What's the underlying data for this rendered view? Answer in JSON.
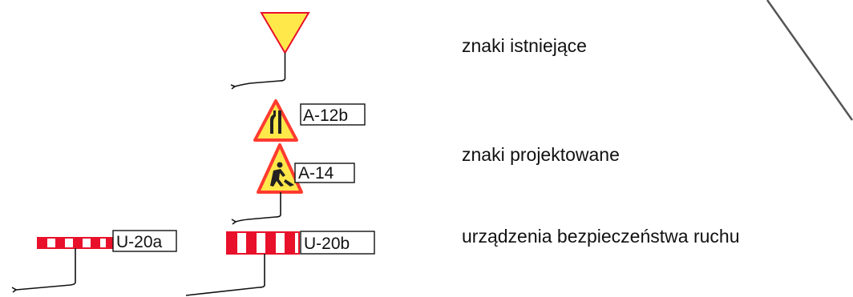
{
  "legend": {
    "existing_signs_label": "znaki istniejące",
    "designed_signs_label": "znaki projektowane",
    "safety_devices_label": "urządzenia bezpieczeństwa ruchu"
  },
  "signs": {
    "a12b_code": "A-12b",
    "a14_code": "A-14",
    "u20a_code": "U-20a",
    "u20b_code": "U-20b"
  },
  "colors": {
    "sign_fill": "#ffe84a",
    "sign_border": "#ff3b30",
    "barrier_red": "#e8102a",
    "line": "#111111"
  }
}
